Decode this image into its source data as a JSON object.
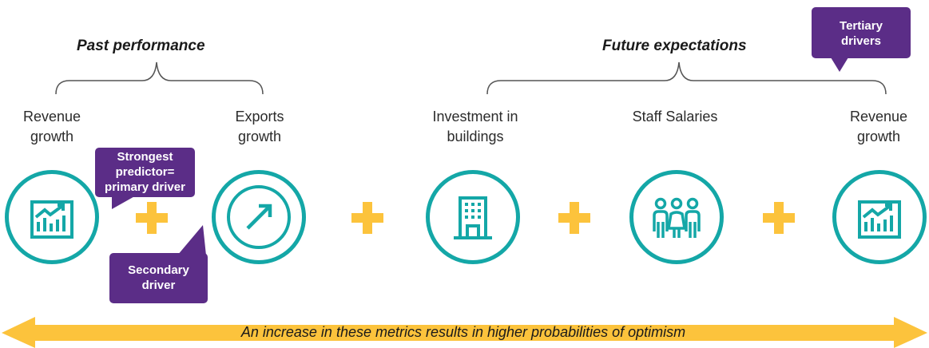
{
  "groups": {
    "past_title": "Past performance",
    "future_title": "Future expectations"
  },
  "metrics": [
    {
      "line1": "Revenue",
      "line2": "growth",
      "icon": "bar-chart-trend-icon"
    },
    {
      "line1": "Exports",
      "line2": "growth",
      "icon": "arrow-up-right-icon"
    },
    {
      "line1": "Investment in",
      "line2": "buildings",
      "icon": "building-icon"
    },
    {
      "line1": "Staff Salaries",
      "line2": "",
      "icon": "people-icon"
    },
    {
      "line1": "Revenue",
      "line2": "growth",
      "icon": "bar-chart-trend-icon"
    }
  ],
  "callouts": {
    "primary": {
      "line1": "Strongest",
      "line2": "predictor=",
      "line3": "primary driver"
    },
    "secondary": {
      "line1": "Secondary",
      "line2": "driver"
    },
    "tertiary": {
      "line1": "Tertiary",
      "line2": "drivers"
    }
  },
  "footer": {
    "text": "An increase in these metrics results in higher probabilities of optimism"
  },
  "colors": {
    "teal": "#14a7a7",
    "purple": "#5b2d87",
    "yellow": "#fcc33c",
    "bracket": "#555555"
  }
}
